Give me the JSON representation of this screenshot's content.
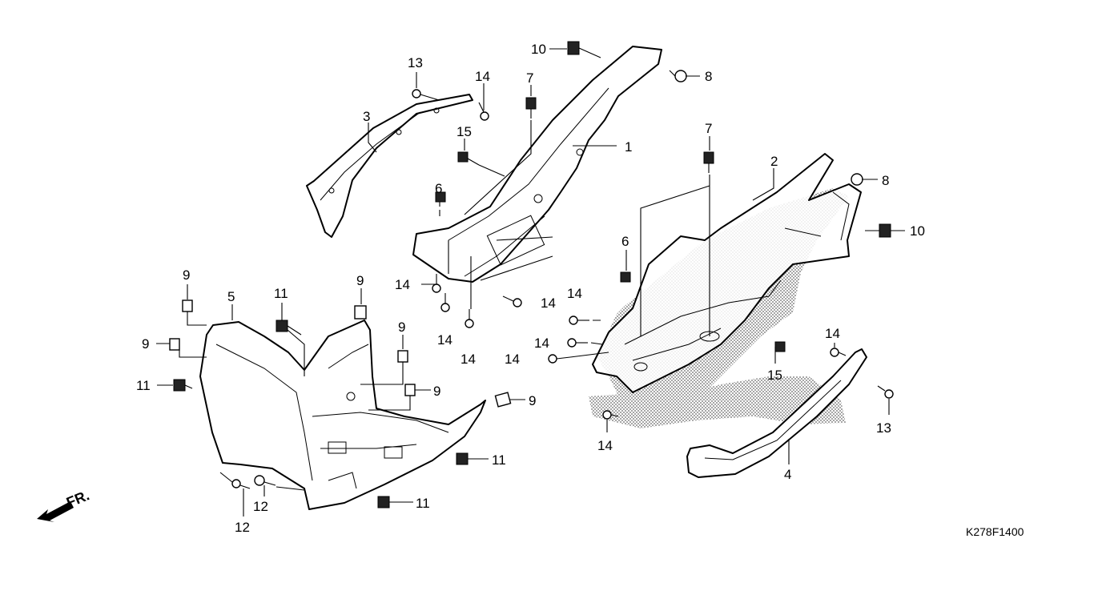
{
  "labels": {
    "p1": "1",
    "p2": "2",
    "p3": "3",
    "p4": "4",
    "p5": "5",
    "p6a": "6",
    "p6b": "6",
    "p7a": "7",
    "p7b": "7",
    "p8a": "8",
    "p8b": "8",
    "p9a": "9",
    "p9b": "9",
    "p9c": "9",
    "p9d": "9",
    "p9e": "9",
    "p9f": "9",
    "p10a": "10",
    "p10b": "10",
    "p11a": "11",
    "p11b": "11",
    "p11c": "11",
    "p11d": "11",
    "p12a": "12",
    "p12b": "12",
    "p13a": "13",
    "p13b": "13",
    "p14a": "14",
    "p14b": "14",
    "p14c": "14",
    "p14d": "14",
    "p14e": "14",
    "p14f": "14",
    "p14g": "14",
    "p14h": "14",
    "p14i": "14",
    "p14j": "14",
    "p15a": "15",
    "p15b": "15"
  },
  "direction_label": "FR.",
  "diagram_code": "K278F1400"
}
